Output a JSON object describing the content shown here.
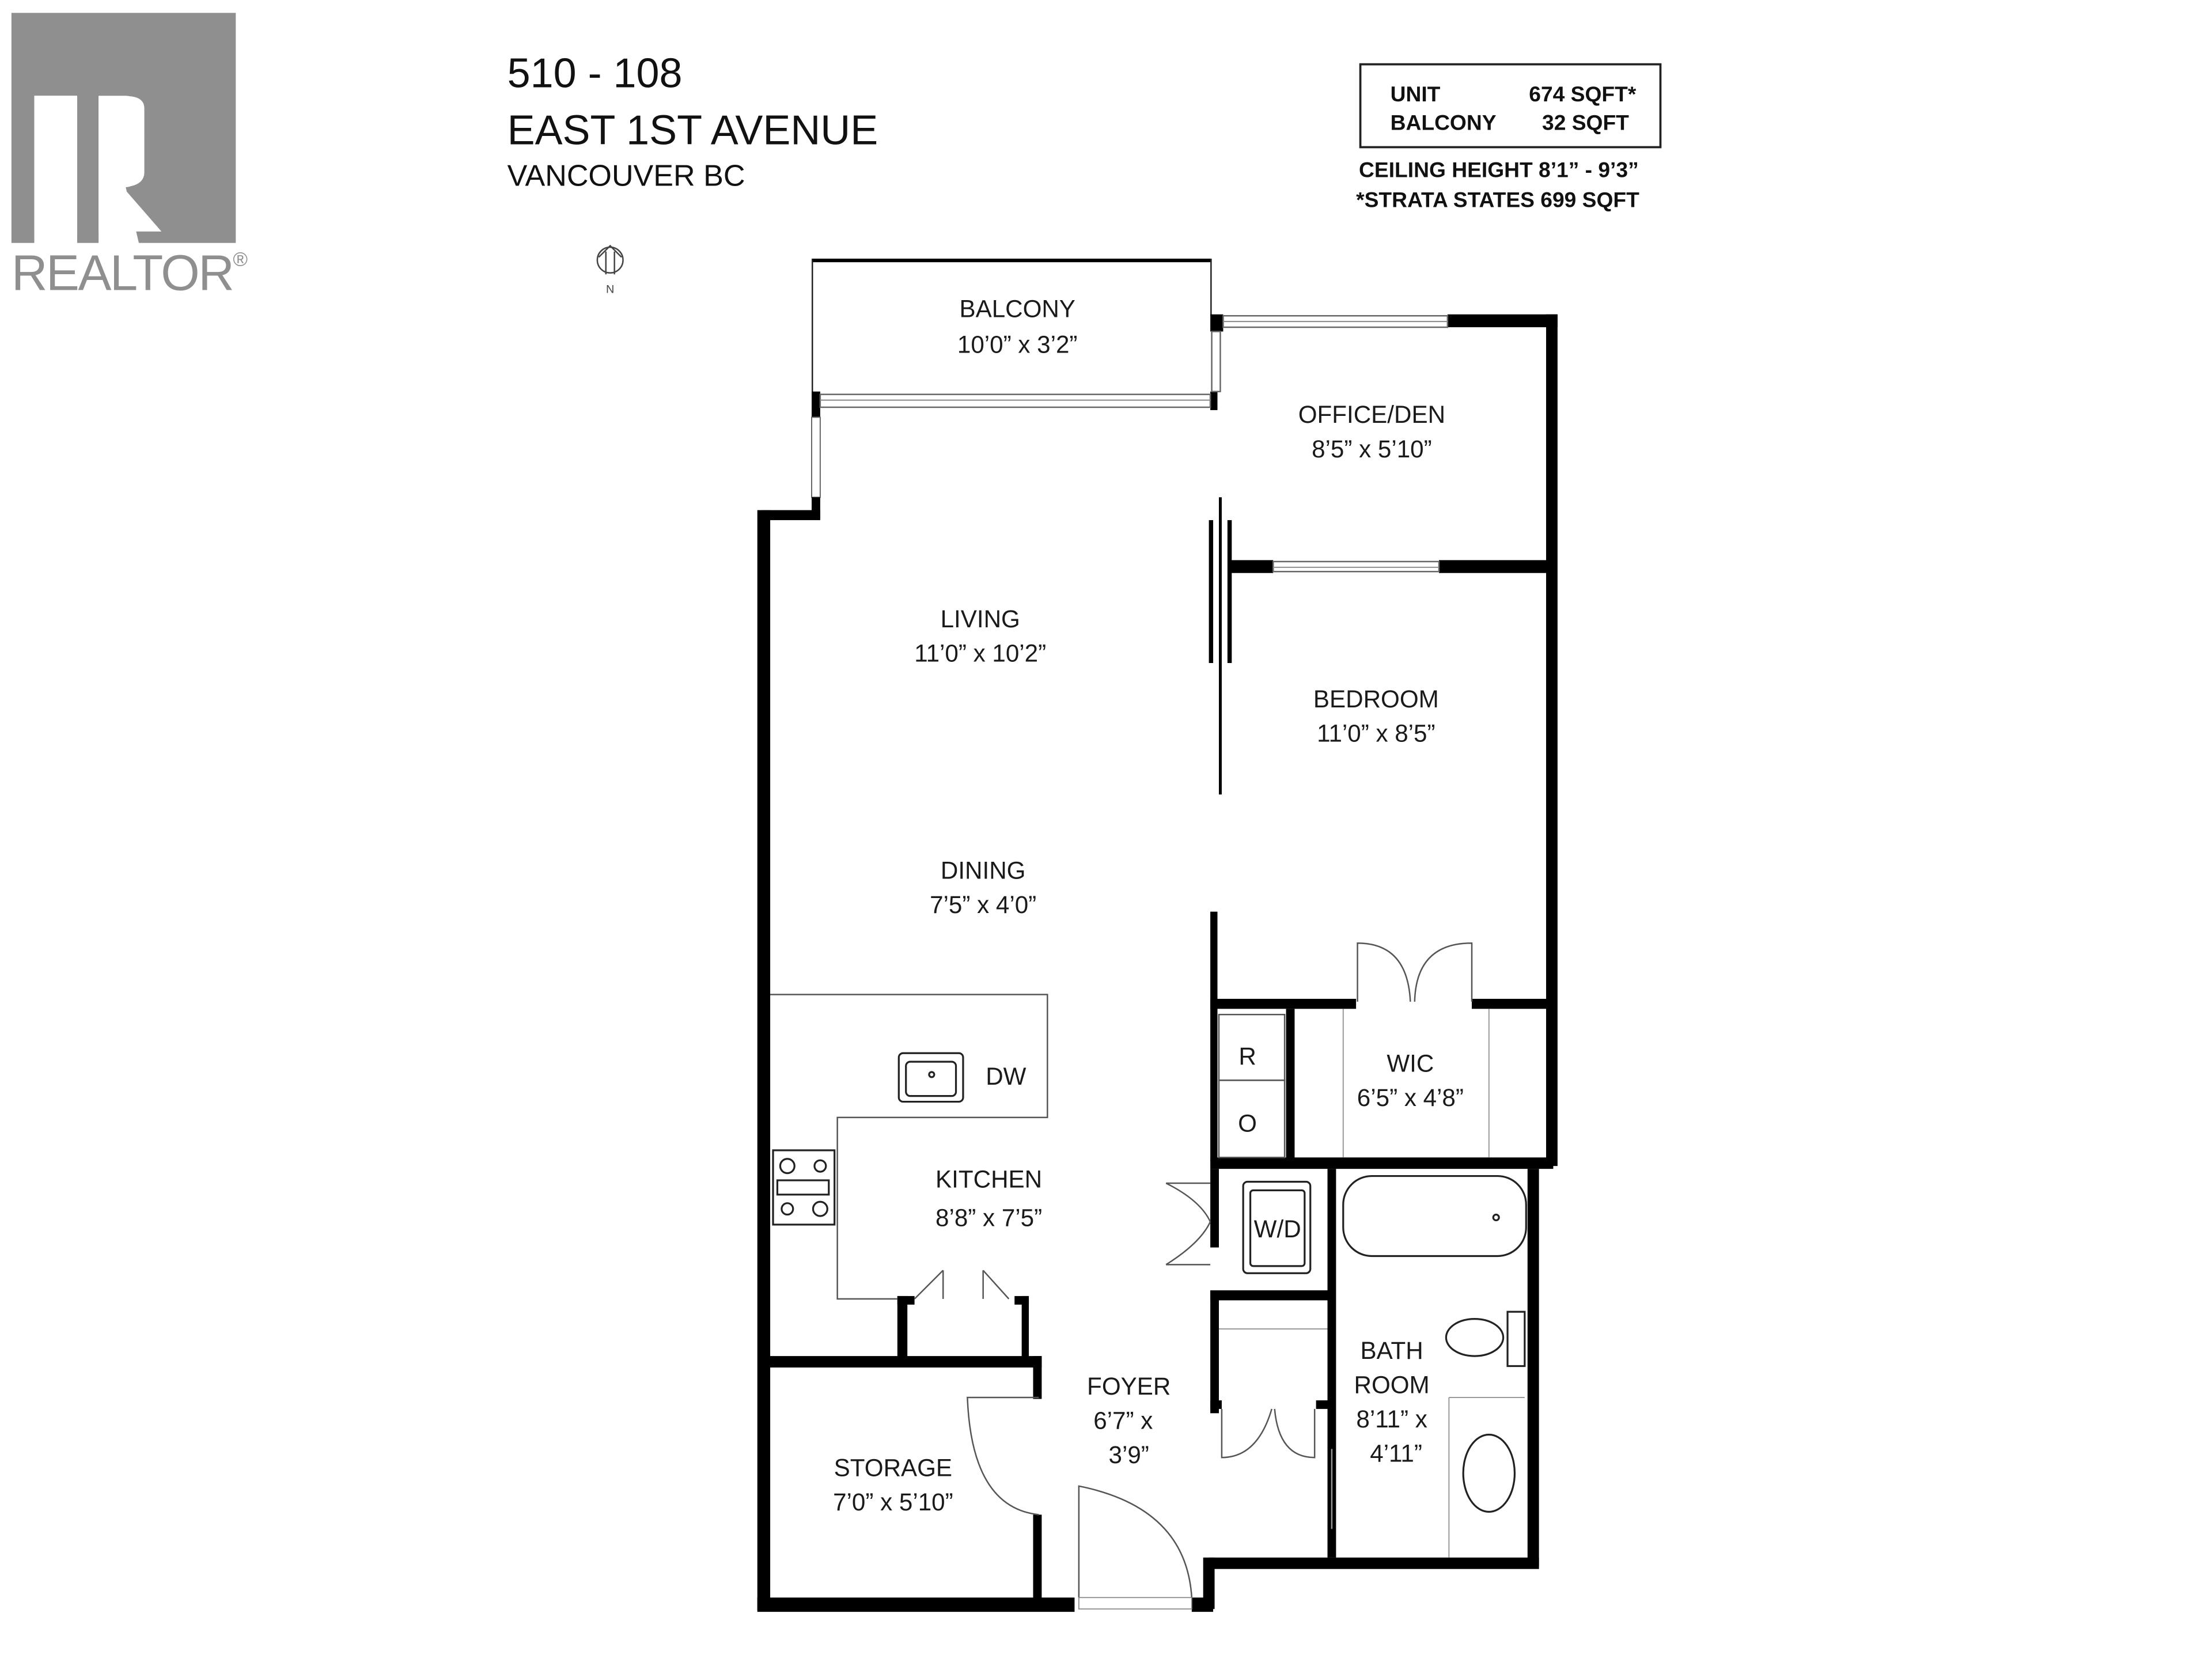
{
  "logo": {
    "text": "REALTOR",
    "mark": "®",
    "color": "#8f8f8f"
  },
  "header": {
    "line1": "510 - 108",
    "line2": "EAST 1ST AVENUE",
    "line3": "VANCOUVER BC"
  },
  "compass": {
    "label": "N",
    "icon": "north-arrow-icon"
  },
  "area_box": {
    "rows": [
      {
        "label": "UNIT",
        "value": "674 SQFT*"
      },
      {
        "label": "BALCONY",
        "value": "32 SQFT"
      }
    ],
    "ceiling": "CEILING HEIGHT 8’1” - 9’3”",
    "strata_note": "*STRATA STATES 699 SQFT"
  },
  "rooms": {
    "balcony": {
      "name": "BALCONY",
      "dims": "10’0” x 3’2”"
    },
    "office": {
      "name": "OFFICE/DEN",
      "dims": "8’5” x 5’10”"
    },
    "living": {
      "name": "LIVING",
      "dims": "11’0” x 10’2”"
    },
    "bedroom": {
      "name": "BEDROOM",
      "dims": "11’0” x 8’5”"
    },
    "dining": {
      "name": "DINING",
      "dims": "7’5” x 4’0”"
    },
    "wic": {
      "name": "WIC",
      "dims": "6’5” x 4’8”"
    },
    "kitchen": {
      "name": "KITCHEN",
      "dims": "8’8” x 7’5”"
    },
    "foyer": {
      "name": "FOYER",
      "dims_1": "6’7” x",
      "dims_2": "3’9”"
    },
    "bathroom": {
      "name_1": "BATH",
      "name_2": "ROOM",
      "dims_1": "8’11” x",
      "dims_2": "4’11”"
    },
    "storage": {
      "name": "STORAGE",
      "dims": "7’0” x 5’10”"
    }
  },
  "fixtures": {
    "dishwasher": "DW",
    "refrigerator": "R",
    "oven": "O",
    "washer_dryer": "W/D"
  }
}
